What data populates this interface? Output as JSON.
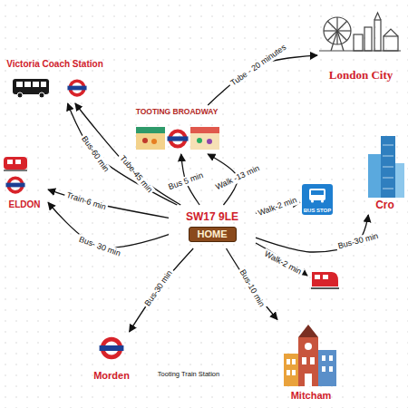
{
  "diagram": {
    "nodes": [
      {
        "text": [
          "Victoria Coach Station"
        ]
      },
      {
        "text": [
          "London City"
        ]
      },
      {
        "text": [
          "TOOTING BROADWAY"
        ]
      },
      {
        "text": [
          "Cro"
        ]
      },
      {
        "text": [
          "ELDON"
        ]
      },
      {
        "text": [
          "SW17 9LE",
          "HOME"
        ]
      },
      {
        "text": [
          "BUS STOP"
        ]
      },
      {
        "text": [
          "Morden"
        ]
      },
      {
        "text": [
          "Mitcham"
        ]
      }
    ],
    "edges": [
      {
        "from": 2,
        "to": 1,
        "label": "Tube - 20 minutes",
        "arrow": "to"
      },
      {
        "from": 5,
        "to": 0,
        "label": "Bus-60 min",
        "arrow": "to"
      },
      {
        "from": 5,
        "to": 0,
        "label": "Tube-45 min",
        "arrow": "to"
      },
      {
        "from": 5,
        "to": 2,
        "label": "Walk -13 min",
        "arrow": "to"
      },
      {
        "from": 5,
        "to": 2,
        "label": "Bus 5 min",
        "arrow": "to"
      },
      {
        "from": 5,
        "to": 6,
        "label": "Walk-2 min",
        "arrow": "to"
      },
      {
        "from": 5,
        "to": 3,
        "label": "Bus-30 min",
        "arrow": "to"
      },
      {
        "from": 5,
        "to": 4,
        "label": "Train-6 min",
        "arrow": "to"
      },
      {
        "from": 5,
        "to": 4,
        "label": "Bus- 30 min",
        "arrow": "to"
      },
      {
        "from": 5,
        "to": 8,
        "label": "Bus-10 min",
        "arrow": "to"
      },
      {
        "from": 5,
        "to": 7,
        "label": "Bus-30 min",
        "arrow": "to"
      }
    ],
    "labels": [
      "Walk-2 min",
      "Tooting Train Station"
    ]
  }
}
